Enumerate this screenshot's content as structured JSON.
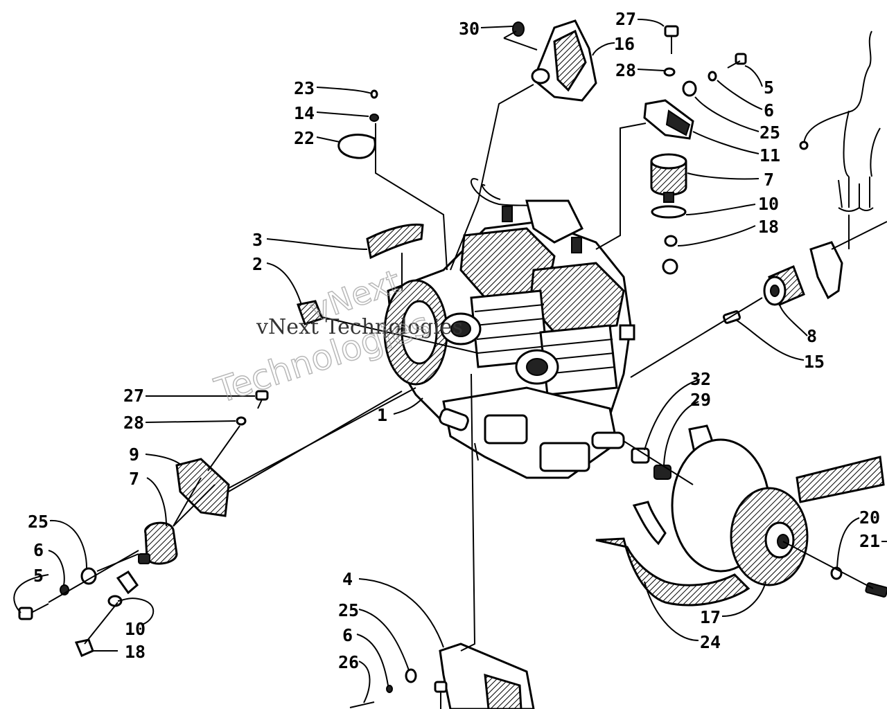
{
  "watermark": {
    "line1": "vNext",
    "line2": "vNext Technologies",
    "line3": "Technologies"
  },
  "callouts": [
    {
      "id": "c30",
      "text": "30"
    },
    {
      "id": "c16",
      "text": "16"
    },
    {
      "id": "c27a",
      "text": "27"
    },
    {
      "id": "c28a",
      "text": "28"
    },
    {
      "id": "c5a",
      "text": "5"
    },
    {
      "id": "c6a",
      "text": "6"
    },
    {
      "id": "c25a",
      "text": "25"
    },
    {
      "id": "c11",
      "text": "11"
    },
    {
      "id": "c7a",
      "text": "7"
    },
    {
      "id": "c10a",
      "text": "10"
    },
    {
      "id": "c18a",
      "text": "18"
    },
    {
      "id": "c23",
      "text": "23"
    },
    {
      "id": "c14",
      "text": "14"
    },
    {
      "id": "c22",
      "text": "22"
    },
    {
      "id": "c3",
      "text": "3"
    },
    {
      "id": "c2",
      "text": "2"
    },
    {
      "id": "c8",
      "text": "8"
    },
    {
      "id": "c15",
      "text": "15"
    },
    {
      "id": "c27b",
      "text": "27"
    },
    {
      "id": "c28b",
      "text": "28"
    },
    {
      "id": "c1",
      "text": "1"
    },
    {
      "id": "c32",
      "text": "32"
    },
    {
      "id": "c29",
      "text": "29"
    },
    {
      "id": "c9",
      "text": "9"
    },
    {
      "id": "c7b",
      "text": "7"
    },
    {
      "id": "c25b",
      "text": "25"
    },
    {
      "id": "c6b",
      "text": "6"
    },
    {
      "id": "c5b",
      "text": "5"
    },
    {
      "id": "c10b",
      "text": "10"
    },
    {
      "id": "c18b",
      "text": "18"
    },
    {
      "id": "c20",
      "text": "20"
    },
    {
      "id": "c21",
      "text": "21"
    },
    {
      "id": "c17",
      "text": "17"
    },
    {
      "id": "c24",
      "text": "24"
    },
    {
      "id": "c4",
      "text": "4"
    },
    {
      "id": "c25c",
      "text": "25"
    },
    {
      "id": "c6c",
      "text": "6"
    },
    {
      "id": "c26",
      "text": "26"
    }
  ]
}
